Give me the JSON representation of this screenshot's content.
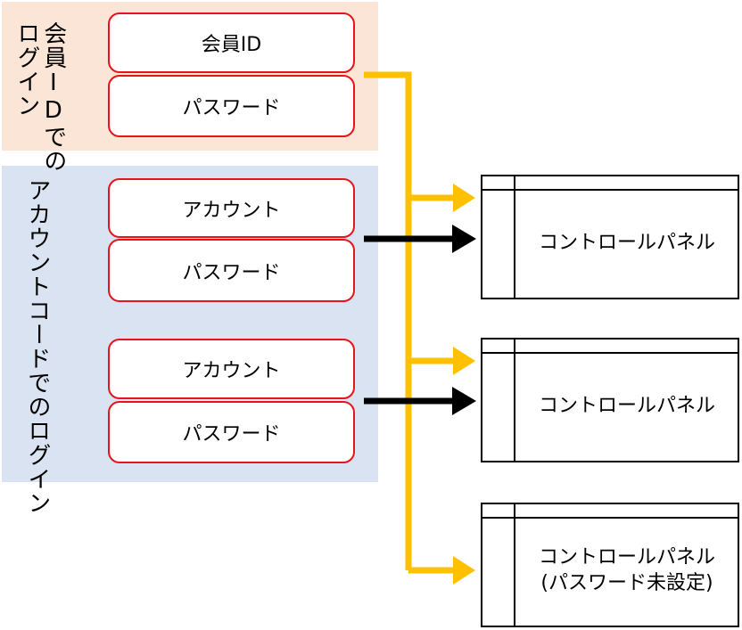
{
  "member_login": {
    "label": "会員IDでのログイン",
    "fields": [
      "会員ID",
      "パスワード"
    ]
  },
  "account_login": {
    "label": "アカウントコードでのログイン",
    "group1": [
      "アカウント",
      "パスワード"
    ],
    "group2": [
      "アカウント",
      "パスワード"
    ]
  },
  "panels": [
    {
      "line1": "コントロールパネル",
      "line2": ""
    },
    {
      "line1": "コントロールパネル",
      "line2": ""
    },
    {
      "line1": "コントロールパネル",
      "line2": "(パスワード未設定)"
    }
  ],
  "colors": {
    "member_bg": "#fbe5d6",
    "account_bg": "#dae3f1",
    "field_border": "#e8131b",
    "yellow_arrow": "#ffc000",
    "black_arrow": "#000000"
  }
}
